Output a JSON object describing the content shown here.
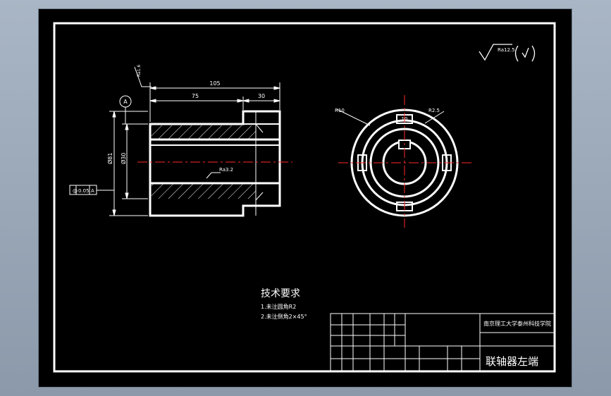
{
  "dimensions": {
    "overall_length": "105",
    "body_length": "75",
    "flange_length": "30",
    "outer_diameter": "Ø81",
    "bore_diameter": "Ø30"
  },
  "surface_roughness": {
    "top_callout": "Ra1.6",
    "bore_callout": "Ra3.2",
    "corner_symbol": "Ra12.5"
  },
  "datum": {
    "label": "A"
  },
  "tolerance_frame": {
    "symbol": "◎",
    "value": "0.05",
    "datum": "A"
  },
  "side_view": {
    "radius_label": "R10",
    "rib_label": "R2.5",
    "key_label": "10"
  },
  "technical_requirements": {
    "title": "技术要求",
    "items": [
      "1.未注圆角R2",
      "2.未注倒角2×45°"
    ]
  },
  "title_block": {
    "institution": "南京理工大学泰州科技学院",
    "drawing_title": "联轴器左端"
  }
}
